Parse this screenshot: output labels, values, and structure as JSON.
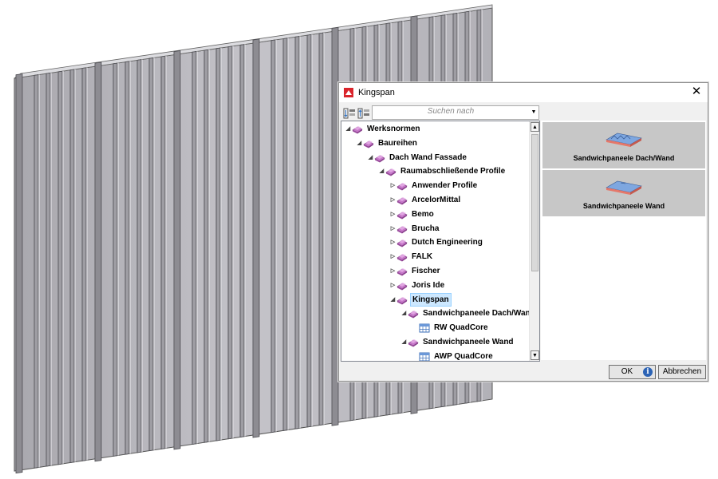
{
  "dialog": {
    "title": "Kingspan",
    "search": {
      "placeholder": "Suchen nach"
    },
    "tree": [
      {
        "label": "Werksnormen",
        "level": 0,
        "state": "expanded"
      },
      {
        "label": "Baureihen",
        "level": 1,
        "state": "expanded"
      },
      {
        "label": "Dach Wand Fassade",
        "level": 2,
        "state": "expanded"
      },
      {
        "label": "Raumabschließende Profile",
        "level": 3,
        "state": "expanded"
      },
      {
        "label": "Anwender Profile",
        "level": 4,
        "state": "collapsed"
      },
      {
        "label": "ArcelorMittal",
        "level": 4,
        "state": "collapsed"
      },
      {
        "label": "Bemo",
        "level": 4,
        "state": "collapsed"
      },
      {
        "label": "Brucha",
        "level": 4,
        "state": "collapsed"
      },
      {
        "label": "Dutch Engineering",
        "level": 4,
        "state": "collapsed"
      },
      {
        "label": "FALK",
        "level": 4,
        "state": "collapsed"
      },
      {
        "label": "Fischer",
        "level": 4,
        "state": "collapsed"
      },
      {
        "label": "Joris Ide",
        "level": 4,
        "state": "collapsed"
      },
      {
        "label": "Kingspan",
        "level": 4,
        "state": "expanded",
        "selected": true
      },
      {
        "label": "Sandwichpaneele Dach/Wand",
        "level": 5,
        "state": "expanded"
      },
      {
        "label": "RW QuadCore",
        "level": 6,
        "state": "leaf"
      },
      {
        "label": "Sandwichpaneele Wand",
        "level": 5,
        "state": "expanded"
      },
      {
        "label": "AWP QuadCore",
        "level": 6,
        "state": "leaf"
      }
    ],
    "tiles": [
      {
        "label": "Sandwichpaneele Dach/Wand",
        "icon": "roof-panel-icon"
      },
      {
        "label": "Sandwichpaneele Wand",
        "icon": "wall-panel-icon"
      }
    ],
    "buttons": {
      "ok": "OK",
      "cancel": "Abbrechen"
    },
    "colors": {
      "folder_icon": "#c678c9",
      "tile_bg": "#c7c7c7",
      "selection": "#cde8ff"
    }
  }
}
